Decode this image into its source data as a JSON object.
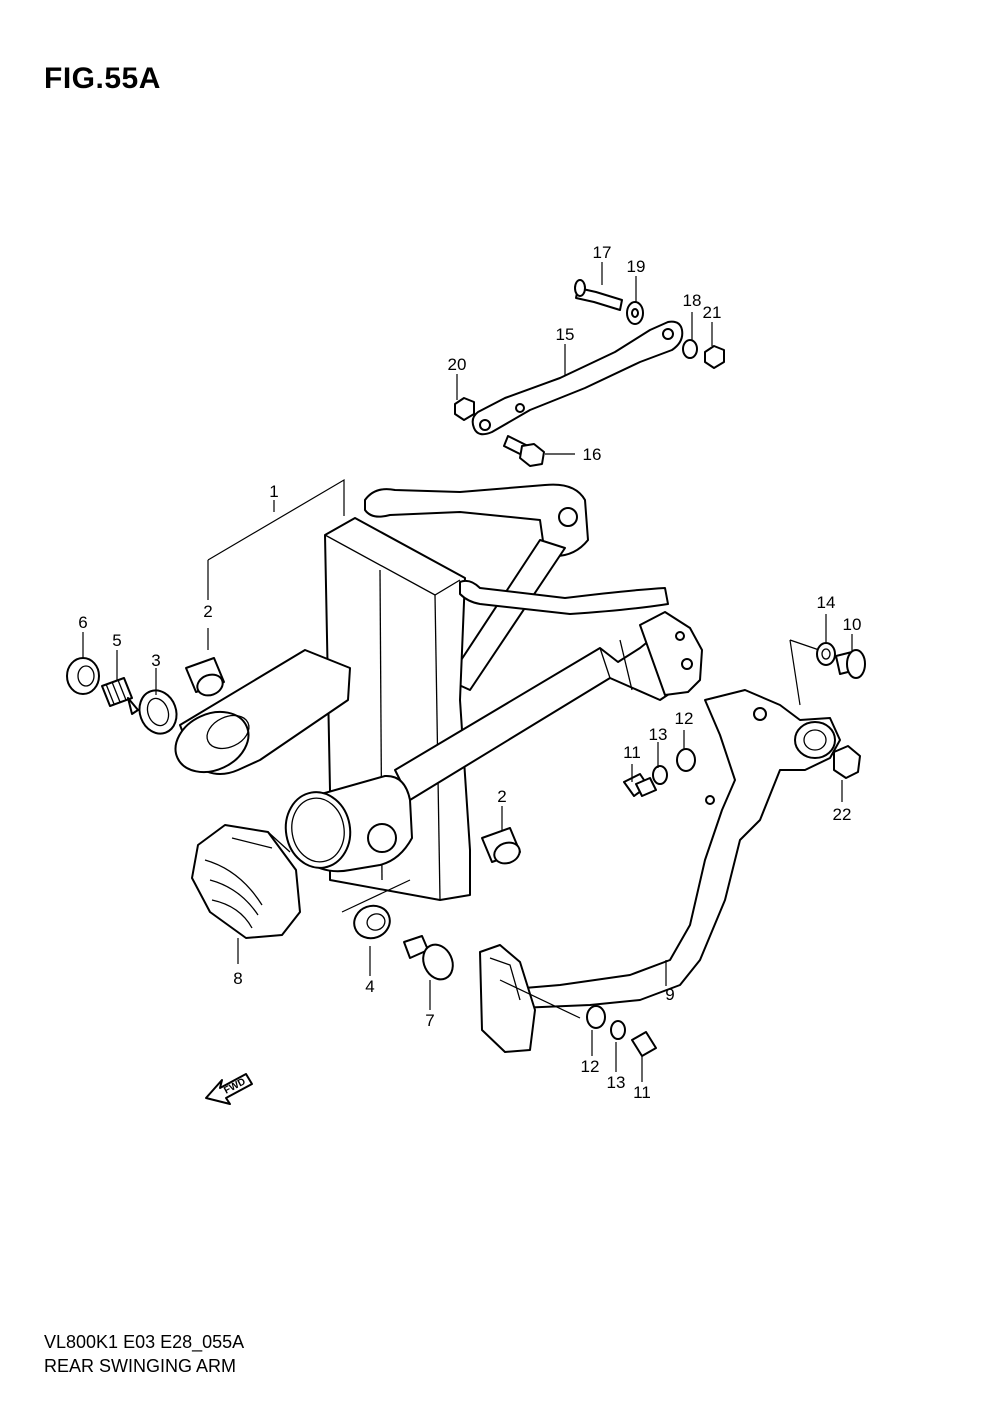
{
  "figure": {
    "title": "FIG.55A",
    "code": "VL800K1 E03 E28_055A",
    "name": "REAR SWINGING ARM"
  },
  "direction_marker": "FWD",
  "callouts": [
    {
      "id": "c1",
      "number": "1"
    },
    {
      "id": "c2a",
      "number": "2"
    },
    {
      "id": "c2b",
      "number": "2"
    },
    {
      "id": "c3",
      "number": "3"
    },
    {
      "id": "c4",
      "number": "4"
    },
    {
      "id": "c5",
      "number": "5"
    },
    {
      "id": "c6",
      "number": "6"
    },
    {
      "id": "c7",
      "number": "7"
    },
    {
      "id": "c8",
      "number": "8"
    },
    {
      "id": "c9",
      "number": "9"
    },
    {
      "id": "c10",
      "number": "10"
    },
    {
      "id": "c11a",
      "number": "11"
    },
    {
      "id": "c11b",
      "number": "11"
    },
    {
      "id": "c12a",
      "number": "12"
    },
    {
      "id": "c12b",
      "number": "12"
    },
    {
      "id": "c13a",
      "number": "13"
    },
    {
      "id": "c13b",
      "number": "13"
    },
    {
      "id": "c14",
      "number": "14"
    },
    {
      "id": "c15",
      "number": "15"
    },
    {
      "id": "c16",
      "number": "16"
    },
    {
      "id": "c17",
      "number": "17"
    },
    {
      "id": "c18",
      "number": "18"
    },
    {
      "id": "c19",
      "number": "19"
    },
    {
      "id": "c20",
      "number": "20"
    },
    {
      "id": "c21",
      "number": "21"
    },
    {
      "id": "c22",
      "number": "22"
    }
  ]
}
